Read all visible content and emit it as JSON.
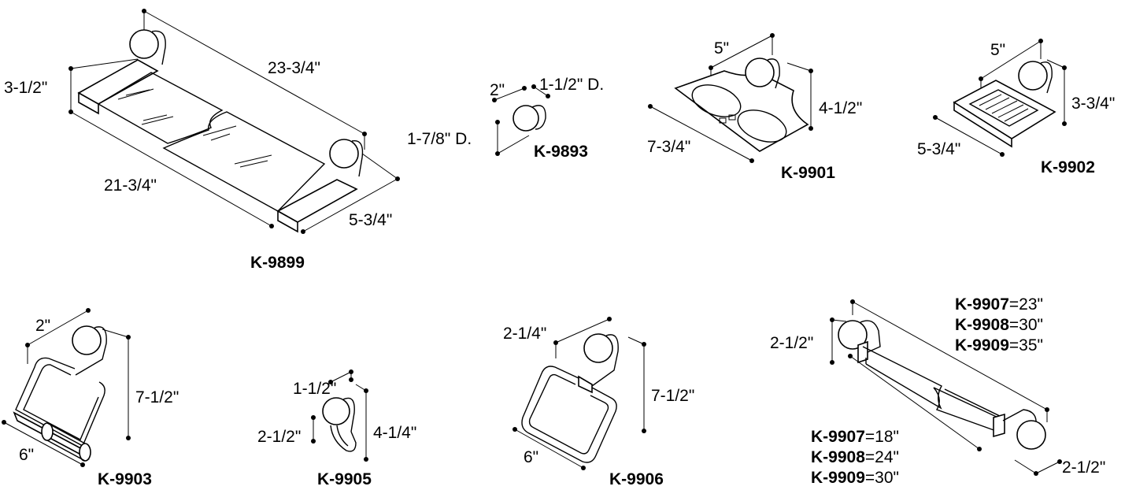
{
  "products": {
    "k9899": {
      "label": "K-9899",
      "height": "3-1/2\"",
      "overall": "23-3/4\"",
      "shelf": "21-3/4\"",
      "depth": "5-3/4\""
    },
    "k9893": {
      "label": "K-9893",
      "proj": "2\"",
      "base": "1-1/2\" D.",
      "knob": "1-7/8\" D."
    },
    "k9901": {
      "label": "K-9901",
      "proj": "5\"",
      "height": "4-1/2\"",
      "width": "7-3/4\""
    },
    "k9902": {
      "label": "K-9902",
      "proj": "5\"",
      "height": "3-3/4\"",
      "width": "5-3/4\""
    },
    "k9903": {
      "label": "K-9903",
      "proj": "2\"",
      "height": "7-1/2\"",
      "width": "6\""
    },
    "k9905": {
      "label": "K-9905",
      "proj": "1-1/2\"",
      "depth": "2-1/2\"",
      "height": "4-1/4\""
    },
    "k9906": {
      "label": "K-9906",
      "proj": "2-1/4\"",
      "height": "7-1/2\"",
      "width": "6\""
    },
    "towelbar": {
      "height": "2-1/2\"",
      "proj": "2-1/2\"",
      "overall": [
        {
          "code": "K-9907",
          "value": "=23\""
        },
        {
          "code": "K-9908",
          "value": "=30\""
        },
        {
          "code": "K-9909",
          "value": "=35\""
        }
      ],
      "bar": [
        {
          "code": "K-9907",
          "value": "=18\""
        },
        {
          "code": "K-9908",
          "value": "=24\""
        },
        {
          "code": "K-9909",
          "value": "=30\""
        }
      ]
    }
  }
}
